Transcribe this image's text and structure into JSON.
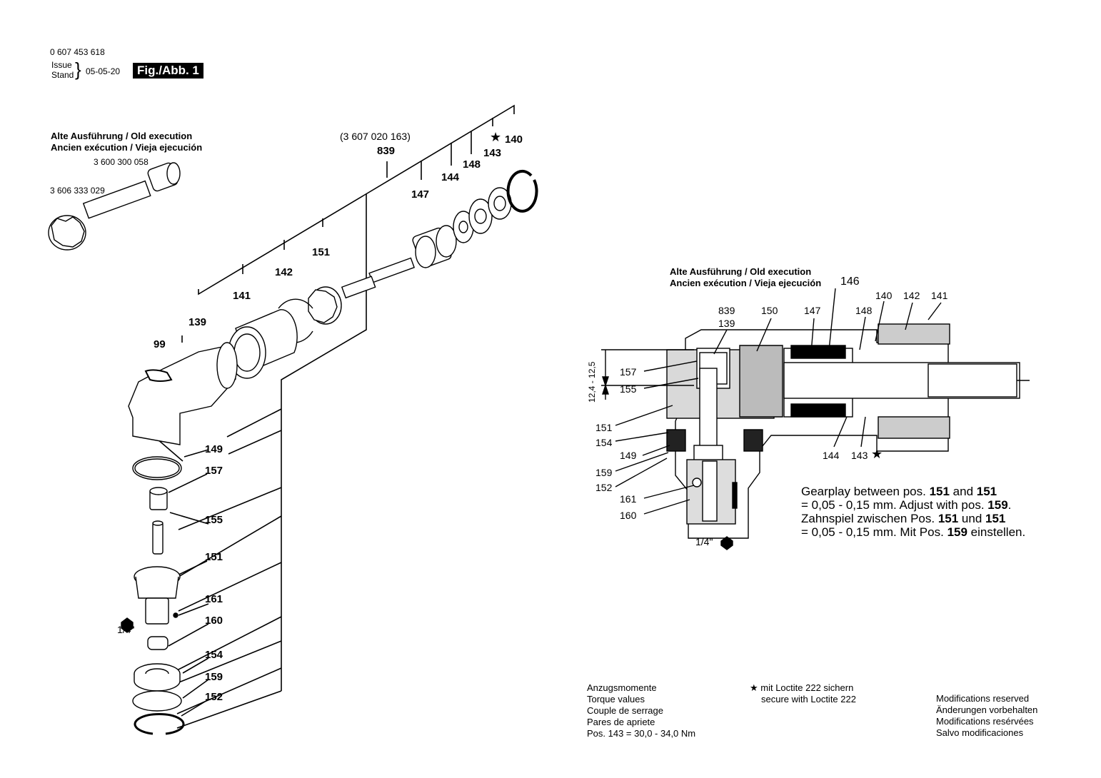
{
  "header": {
    "part_number": "0 607 453 618",
    "issue_label": "Issue",
    "stand_label": "Stand",
    "date": "05-05-20",
    "figure": "Fig./Abb. 1"
  },
  "left_view": {
    "old_exec_line1": "Alte Ausführung / Old execution",
    "old_exec_line2": "Ancien exécution / Vieja ejecución",
    "old_part_sleeve": "3 600 300 058",
    "old_part_gear": "3 606 333 029",
    "kit_number": "(3 607 020 163)",
    "callouts": [
      "839",
      "140",
      "143",
      "148",
      "144",
      "147",
      "151",
      "142",
      "141",
      "139",
      "99",
      "149",
      "157",
      "155",
      "151",
      "161",
      "160",
      "154",
      "159",
      "152"
    ],
    "star": "★",
    "hex_size": "1/4\""
  },
  "right_view": {
    "old_exec_line1": "Alte Ausführung / Old execution",
    "old_exec_line2": "Ancien exécution / Vieja ejecución",
    "callouts": [
      "146",
      "839",
      "139",
      "150",
      "147",
      "148",
      "140",
      "142",
      "141",
      "157",
      "155",
      "151",
      "154",
      "149",
      "159",
      "152",
      "161",
      "160",
      "144",
      "143"
    ],
    "dimension": "12,4 - 12,5",
    "hex_size": "1/4\"",
    "star": "★"
  },
  "gear_note": {
    "l1a": "Gearplay between pos. ",
    "l1b": "151",
    "l1c": " and ",
    "l1d": "151",
    "l2a": "= 0,05 - 0,15 mm. Adjust with pos. ",
    "l2b": "159",
    "l2c": ".",
    "l3a": "Zahnspiel zwischen Pos. ",
    "l3b": "151",
    "l3c": " und ",
    "l3d": "151",
    "l4a": "= 0,05 - 0,15 mm. Mit Pos. ",
    "l4b": "159",
    "l4c": " einstellen."
  },
  "footer": {
    "torque": [
      "Anzugsmomente",
      "Torque values",
      "Couple de serrage",
      "Pares de apriete",
      "Pos. 143 = 30,0 - 34,0 Nm"
    ],
    "loctite": [
      "★ mit Loctite 222 sichern",
      "secure with Loctite 222"
    ],
    "modifications": [
      "Modifications reserved",
      "Änderungen vorbehalten",
      "Modifications resérvées",
      "Salvo modificaciones"
    ]
  }
}
